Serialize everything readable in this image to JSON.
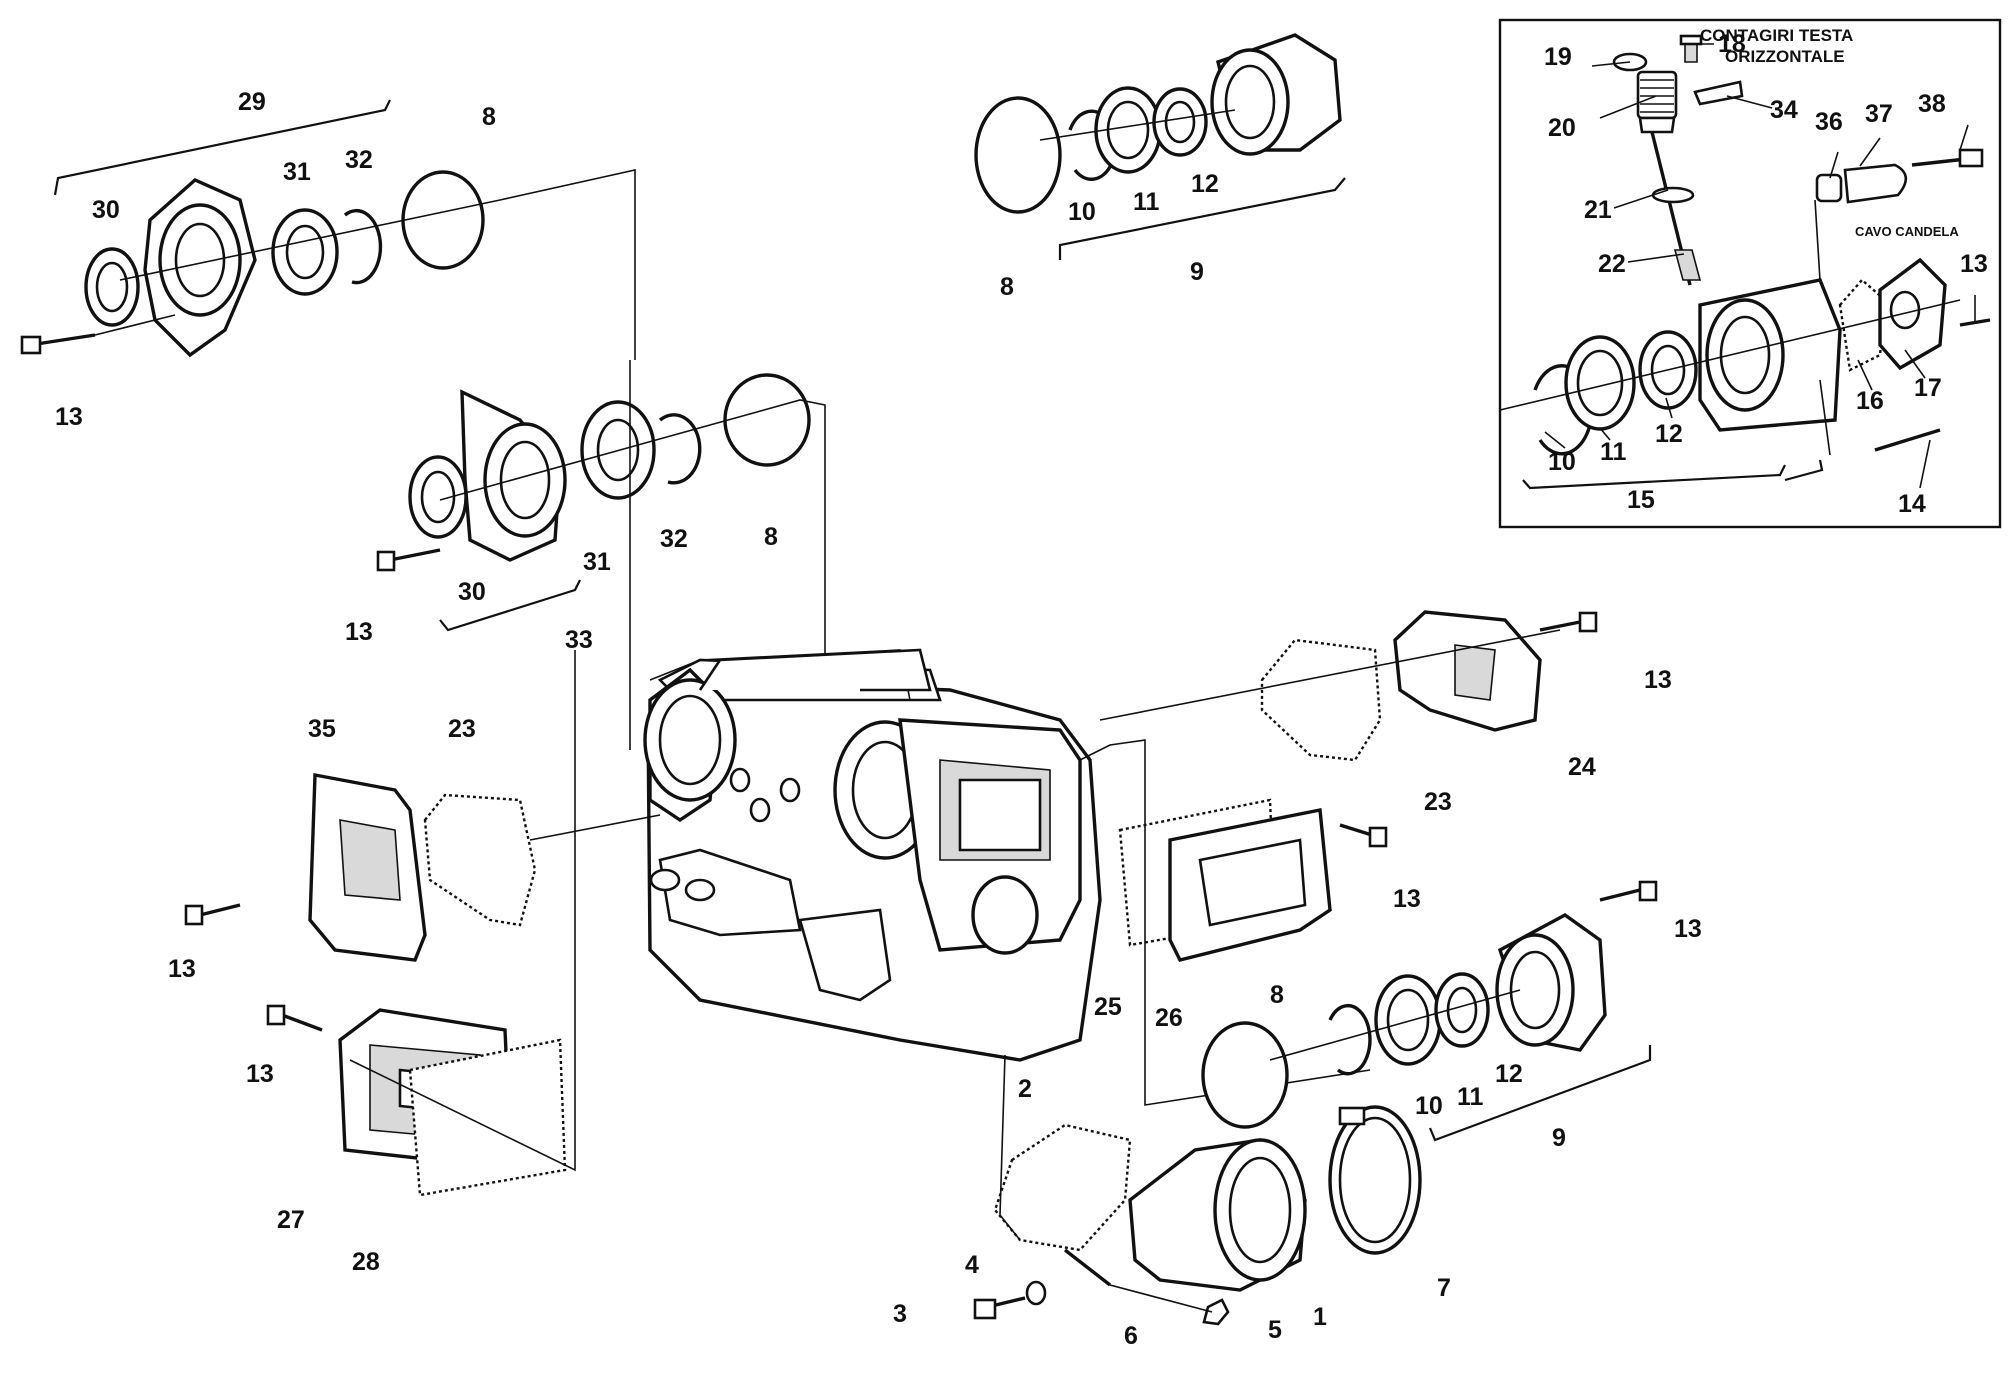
{
  "inset": {
    "title_line1": "CONTAGIRI TESTA",
    "title_line2": "ORIZZONTALE",
    "cable_label": "CAVO CANDELA"
  },
  "callouts": {
    "c1": "1",
    "c2": "2",
    "c3": "3",
    "c4": "4",
    "c5": "5",
    "c6": "6",
    "c7": "7",
    "c8a": "8",
    "c8b": "8",
    "c8c": "8",
    "c8d": "8",
    "c9a": "9",
    "c9b": "9",
    "c10a": "10",
    "c10b": "10",
    "c10c": "10",
    "c11a": "11",
    "c11b": "11",
    "c11c": "11",
    "c12a": "12",
    "c12b": "12",
    "c12c": "12",
    "c13a": "13",
    "c13b": "13",
    "c13c": "13",
    "c13d": "13",
    "c13e": "13",
    "c13f": "13",
    "c13g": "13",
    "c13h": "13",
    "c14": "14",
    "c15": "15",
    "c16": "16",
    "c17": "17",
    "c18": "18",
    "c19": "19",
    "c20": "20",
    "c21": "21",
    "c22": "22",
    "c23a": "23",
    "c23b": "23",
    "c24": "24",
    "c25": "25",
    "c26": "26",
    "c27": "27",
    "c28": "28",
    "c29": "29",
    "c30a": "30",
    "c30b": "30",
    "c31a": "31",
    "c31b": "31",
    "c32a": "32",
    "c32b": "32",
    "c33": "33",
    "c34": "34",
    "c35": "35",
    "c36": "36",
    "c37": "37",
    "c38": "38"
  }
}
